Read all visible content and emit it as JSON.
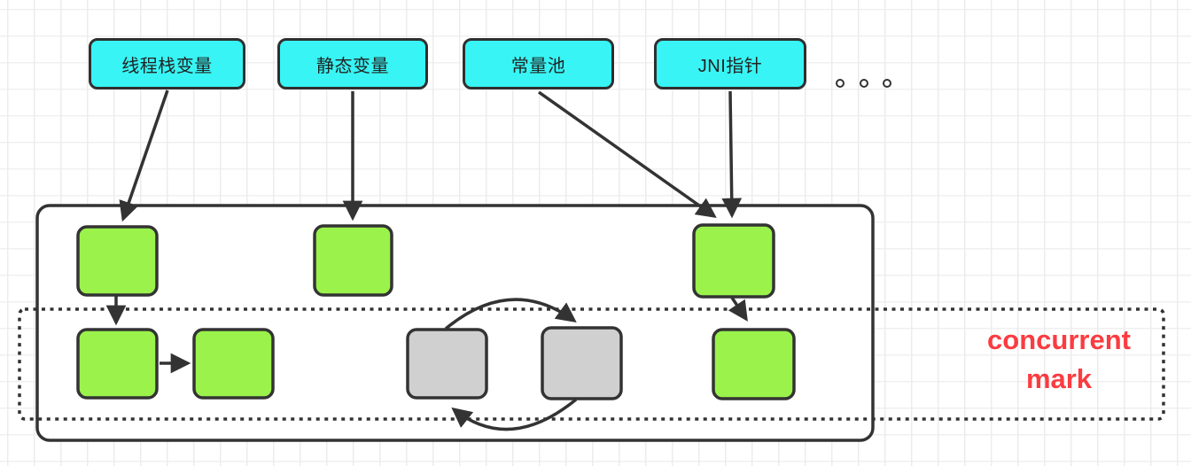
{
  "diagram": {
    "title": "gc-roots-concurrent-mark",
    "gc_roots": [
      {
        "label": "线程栈变量"
      },
      {
        "label": "静态变量"
      },
      {
        "label": "常量池"
      },
      {
        "label": "JNI指针"
      }
    ],
    "more_roots_indicator": "。。。",
    "region_label": {
      "line1": "concurrent",
      "line2": "mark"
    },
    "heap": {
      "reachable_object_count": 6,
      "unreachable_cycle_object_count": 2
    },
    "colors": {
      "root_fill": "#38f4f4",
      "reachable_fill": "#9af24b",
      "unreachable_fill": "#d0d0d0",
      "line_stroke": "#333333",
      "region_label_color": "#fa3c41"
    }
  }
}
